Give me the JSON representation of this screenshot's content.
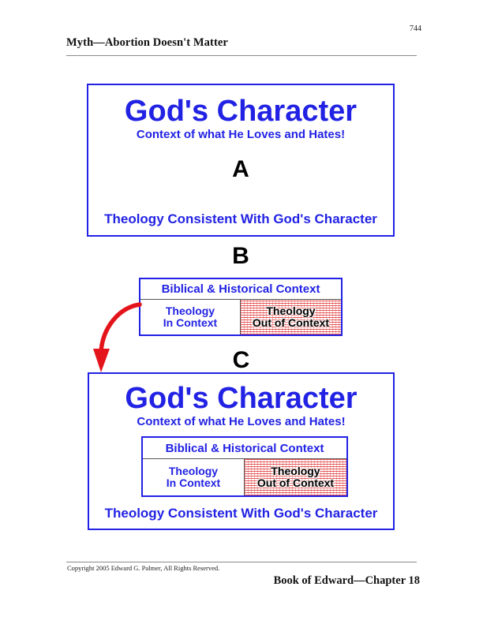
{
  "page": {
    "number": "744",
    "running_head": "Myth—Abortion Doesn't Matter",
    "copyright": "Copyright 2005 Edward G. Palmer, All Rights Reserved.",
    "book_chapter": "Book of Edward—Chapter 18"
  },
  "colors": {
    "blue": "#2222e4",
    "black": "#000000",
    "arrow_red": "#e4141b",
    "hatch_red": "#e13c3c",
    "rule_gray": "#8a8a8a"
  },
  "figure": {
    "step_a": {
      "label": "A",
      "title": "God's Character",
      "subtitle": "Context of what He Loves and Hates!",
      "footer": "Theology  Consistent With God's Character"
    },
    "step_b": {
      "label": "B",
      "context_table": {
        "header": "Biblical & Historical Context",
        "cells": [
          {
            "line1": "Theology",
            "line2": "In Context",
            "style": "in-context"
          },
          {
            "line1": "Theology",
            "line2": "Out of Context",
            "style": "out-of-context"
          }
        ]
      }
    },
    "step_c": {
      "label": "C",
      "title": "God's Character",
      "subtitle": "Context of what He Loves and Hates!",
      "footer": "Theology  Consistent With God's Character",
      "context_table": {
        "header": "Biblical & Historical Context",
        "cells": [
          {
            "line1": "Theology",
            "line2": "In Context",
            "style": "in-context"
          },
          {
            "line1": "Theology",
            "line2": "Out of Context",
            "style": "out-of-context"
          }
        ]
      }
    },
    "arrow": {
      "name": "red-curved-arrow",
      "from": "step-b-context-table",
      "to": "step-c-box"
    }
  }
}
